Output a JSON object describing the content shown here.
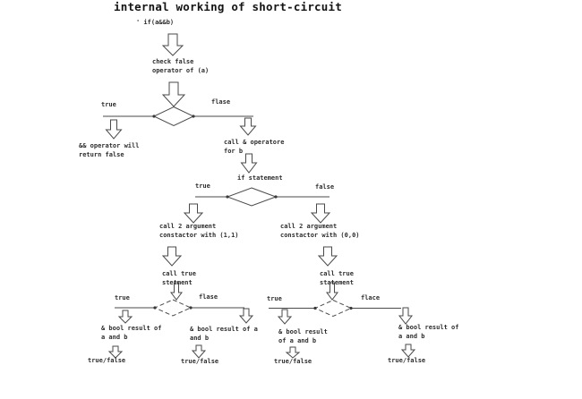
{
  "title": "internal working of short-circuit",
  "colors": {
    "background": "#ffffff",
    "ink": "#2e2e2e",
    "line": "#4a4a4a"
  },
  "flowchart": {
    "start": "' if(a&&b)",
    "check_false": "check false\noperator of (a)",
    "decision1": {
      "true_label": "true",
      "false_label": "flase"
    },
    "true_branch_result": "&& operator will\nreturn false",
    "call_operator_b": "call & operatore\nfor b",
    "if_statement": "if statement",
    "decision2": {
      "true_label": "true",
      "false_label": "false"
    },
    "ctor_true": "call 2 argument\nconstactor with (1,1)",
    "ctor_false": "call 2 argument\nconstactor with (0,0)",
    "call_true_left": "call true\nstetment",
    "call_true_right": "call true\nstatement",
    "decision3": {
      "true_label": "true",
      "false_label": "flase"
    },
    "decision4": {
      "true_label": "true",
      "false_label": "flace"
    },
    "bool_result_1": "& bool result of\na and b",
    "bool_result_2": "& bool result of a\nand b",
    "bool_result_3": "& bool result\nof a and b",
    "bool_result_4": "& bool result of\na and b",
    "final_1": "true/false",
    "final_2": "true/false",
    "final_3": "true/false",
    "final_4": "true/false"
  }
}
